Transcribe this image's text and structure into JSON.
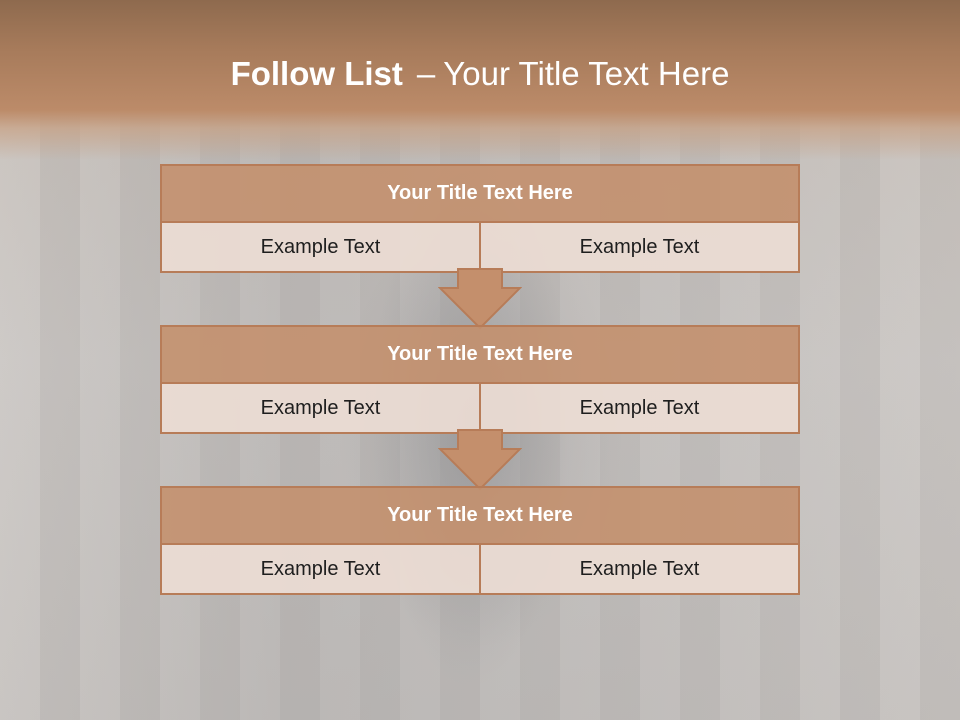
{
  "slide": {
    "title_bold": "Follow List",
    "title_separator": "–",
    "title_rest": "Your Title Text Here"
  },
  "blocks": [
    {
      "title": "Your Title Text Here",
      "cells": [
        "Example Text",
        "Example Text"
      ]
    },
    {
      "title": "Your Title Text Here",
      "cells": [
        "Example Text",
        "Example Text"
      ]
    },
    {
      "title": "Your Title Text Here",
      "cells": [
        "Example Text",
        "Example Text"
      ]
    }
  ],
  "colors": {
    "accent": "#c48f6c",
    "border": "#b77c58",
    "cell_fill": "#ecdcd4",
    "header_band": "#b5845f"
  },
  "icons": {
    "connector": "down-arrow-icon"
  }
}
